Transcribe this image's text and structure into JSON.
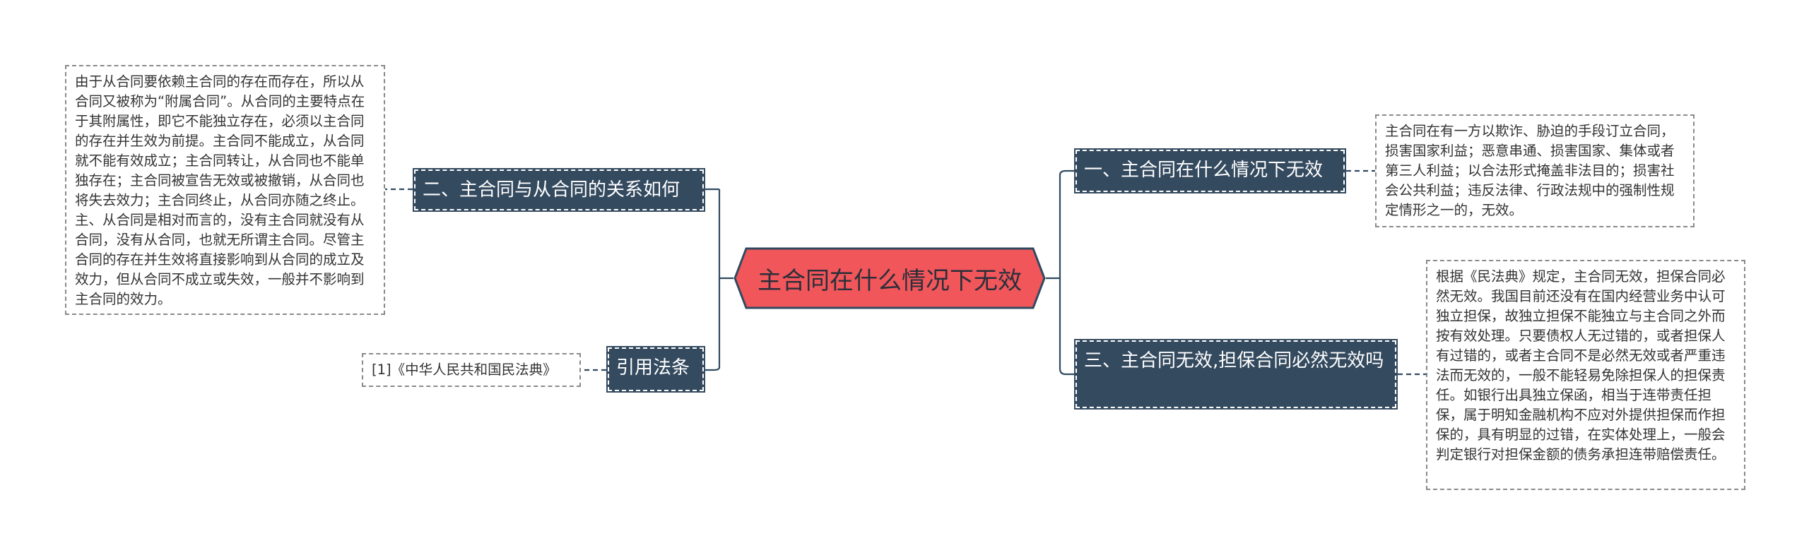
{
  "root": {
    "label": "主合同在什么情况下无效"
  },
  "branches": {
    "b1": {
      "label": "一、主合同在什么情况下无效"
    },
    "b2": {
      "label": "二、主合同与从合同的关系如何"
    },
    "b3": {
      "label": "三、主合同无效,担保合同必然无效吗"
    },
    "b4": {
      "label": "引用法条"
    }
  },
  "notes": {
    "n1": {
      "text": "主合同在有一方以欺诈、胁迫的手段订立合同，损害国家利益；恶意串通、损害国家、集体或者第三人利益；以合法形式掩盖非法目的；损害社会公共利益；违反法律、行政法规中的强制性规定情形之一的，无效。"
    },
    "n2": {
      "text": "由于从合同要依赖主合同的存在而存在，所以从合同又被称为“附属合同”。从合同的主要特点在于其附属性，即它不能独立存在，必须以主合同的存在并生效为前提。主合同不能成立，从合同就不能有效成立；主合同转让，从合同也不能单独存在；主合同被宣告无效或被撤销，从合同也将失去效力；主合同终止，从合同亦随之终止。主、从合同是相对而言的，没有主合同就没有从合同，没有从合同，也就无所谓主合同。尽管主合同的存在并生效将直接影响到从合同的成立及效力，但从合同不成立或失效，一般并不影响到主合同的效力。"
    },
    "n3": {
      "text": "根据《民法典》规定，主合同无效，担保合同必然无效。我国目前还没有在国内经营业务中认可独立担保，故独立担保不能独立与主合同之外而按有效处理。只要债权人无过错的，或者担保人有过错的，或者主合同不是必然无效或者严重违法而无效的，一般不能轻易免除担保人的担保责任。如银行出具独立保函，相当于连带责任担保，属于明知金融机构不应对外提供担保而作担保的，具有明显的过错，在实体处理上，一般会判定银行对担保金额的债务承担连带赔偿责任。"
    },
    "n4": {
      "text": "[1]《中华人民共和国民法典》"
    }
  },
  "colors": {
    "root_fill": "#f0565a",
    "root_stroke": "#2f4a60",
    "branch_fill": "#344a5f",
    "connector": "#2f4a60",
    "note_border": "#8a8a8a"
  }
}
